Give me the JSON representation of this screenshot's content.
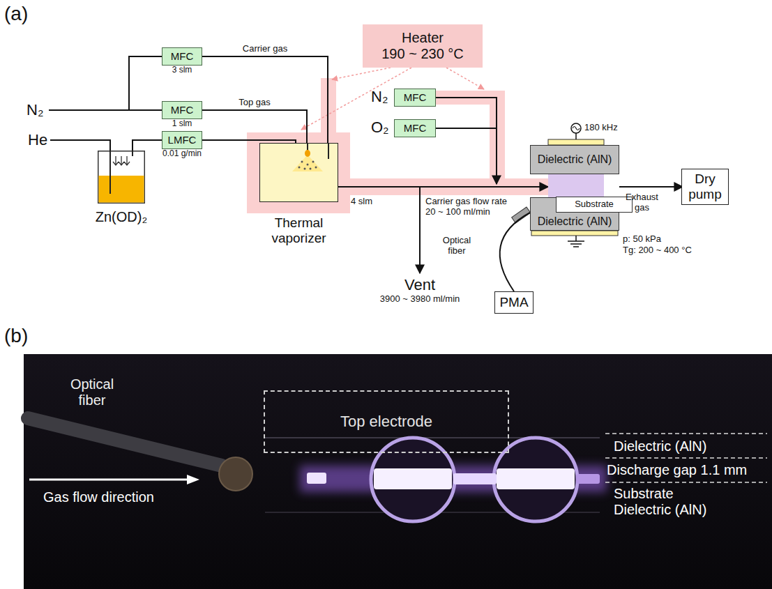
{
  "diagram": {
    "nodes": [
      {
        "text": [
          "Heater",
          "190 ~ 230 °C"
        ]
      },
      {
        "text": [
          "MFC",
          "3 slm"
        ]
      },
      {
        "text": [
          "MFC",
          "1 slm"
        ]
      },
      {
        "text": [
          "MFC"
        ]
      },
      {
        "text": [
          "LMFC",
          "0.01 g/min"
        ]
      },
      {
        "text": [
          "MFC"
        ]
      },
      {
        "text": [
          "Zn(OD)₂"
        ]
      },
      {
        "text": [
          "Thermal vaporizer"
        ]
      },
      {
        "text": [
          "Dielectric (AlN)"
        ]
      },
      {
        "text": [
          "Dielectric (AlN)"
        ]
      },
      {
        "text": [
          "Substrate"
        ],
        "in": 9
      },
      {
        "text": [
          "Dry pump"
        ]
      },
      {
        "text": [
          "PMA"
        ]
      },
      {
        "text": [
          "Top electrode"
        ]
      }
    ],
    "edges": [
      {
        "from": 1,
        "to": 7,
        "arrow": "none",
        "label": "Carrier gas"
      },
      {
        "from": 2,
        "to": 7,
        "arrow": "none",
        "label": "Top gas"
      },
      {
        "from": 4,
        "to": 7,
        "arrow": "none"
      },
      {
        "from": 6,
        "to": 4,
        "arrow": "none"
      },
      {
        "from": 12,
        "to": 9,
        "arrow": "none"
      }
    ],
    "labels": [
      "(a)",
      "N₂",
      "He",
      "N₂",
      "O₂",
      "180 kHz",
      "4 slm",
      "Carrier gas flow rate 20 ~ 100 ml/min",
      "Vent",
      "3900 ~ 3980 ml/min",
      "Exhaust gas",
      "Optical fiber",
      "p: 50 kPa",
      "Tg: 200 ~ 400 °C",
      "(b)",
      "Optical fiber",
      "Gas flow direction",
      "Dielectric (AlN)",
      "Discharge gap 1.1 mm",
      "Substrate Dielectric (AlN)"
    ]
  }
}
